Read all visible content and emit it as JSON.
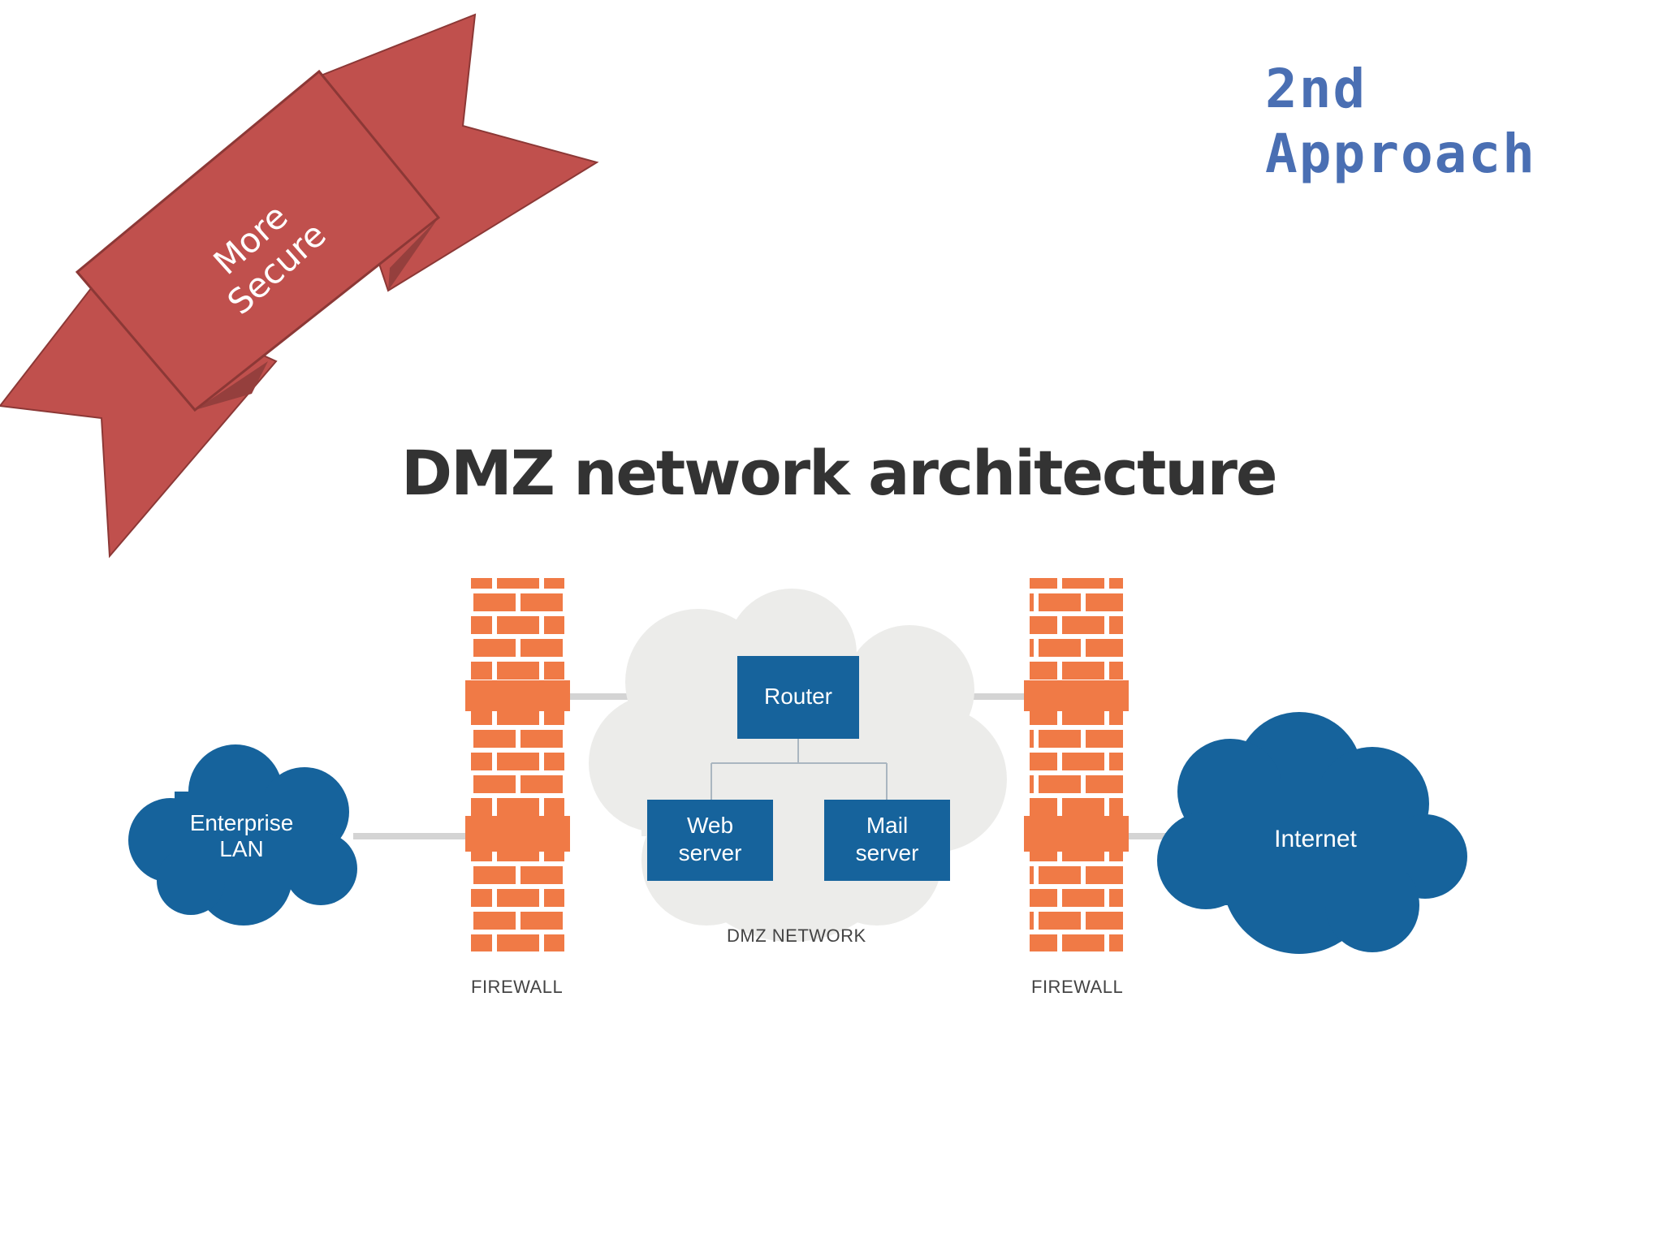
{
  "banner": {
    "line1": "More",
    "line2": "Secure",
    "color": "#c0504d",
    "border_color": "#8c3836"
  },
  "approach": {
    "line1": "2nd",
    "line2": "Approach",
    "color": "#4a6fb3"
  },
  "diagram": {
    "title": "DMZ network architecture",
    "nodes": {
      "enterprise_lan": {
        "line1": "Enterprise",
        "line2": "LAN"
      },
      "router": {
        "label": "Router"
      },
      "web_server": {
        "line1": "Web",
        "line2": "server"
      },
      "mail_server": {
        "line1": "Mail",
        "line2": "server"
      },
      "internet": {
        "label": "Internet"
      }
    },
    "captions": {
      "firewall_left": "FIREWALL",
      "firewall_right": "FIREWALL",
      "dmz_network": "DMZ NETWORK"
    },
    "colors": {
      "node_blue": "#16639c",
      "firewall_orange": "#f07a46",
      "dmz_cloud": "#ececea",
      "connector": "#d4d4d4"
    }
  }
}
